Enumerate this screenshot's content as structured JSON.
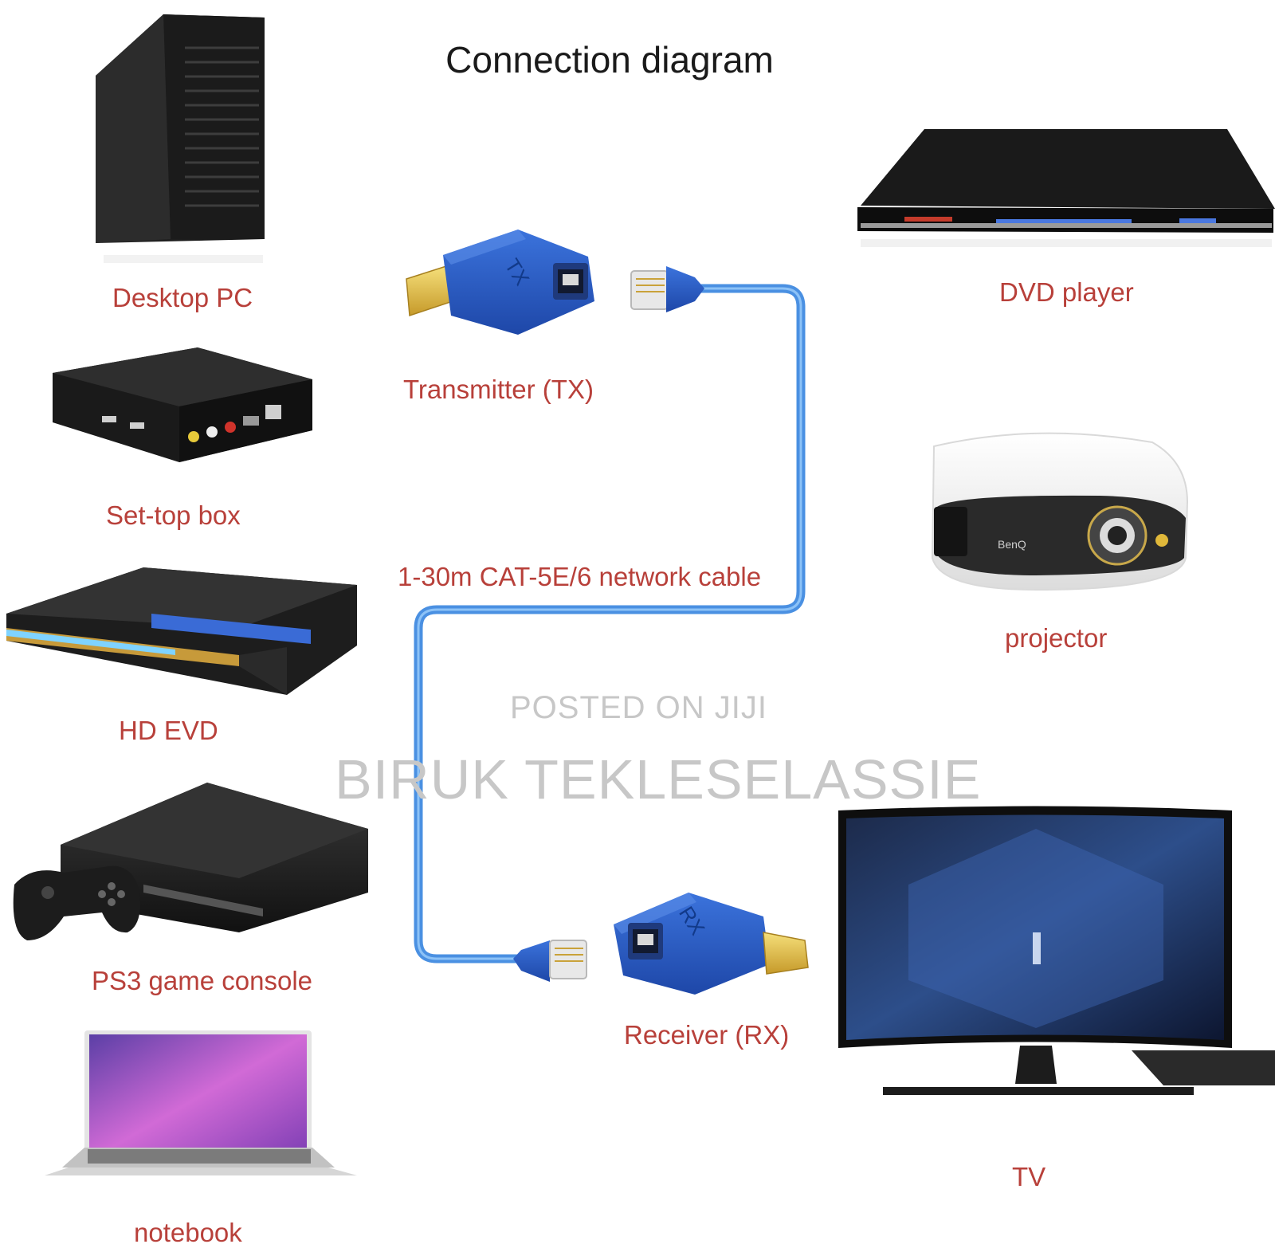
{
  "title": "Connection diagram",
  "devices": {
    "desktop_pc": "Desktop PC",
    "set_top_box": "Set-top box",
    "hd_evd": "HD EVD",
    "ps3": "PS3 game console",
    "notebook": "notebook",
    "dvd_player": "DVD player",
    "projector": "projector",
    "tv": "TV"
  },
  "transmitter": {
    "label": "Transmitter (TX)",
    "badge": "TX"
  },
  "receiver": {
    "label": "Receiver (RX)",
    "badge": "RX"
  },
  "cable_label": "1-30m CAT-5E/6 network cable",
  "projector_brand": "BenQ",
  "watermark": {
    "line1": "POSTED ON JIJI",
    "line2": "BIRUK TEKLESELASSIE"
  },
  "colors": {
    "label_red": "#b8403a",
    "cable_blue": "#4a90e2",
    "adapter_blue": "#2f5fc4",
    "device_black": "#1f1f1f",
    "watermark_gray": "#c7c7c7"
  }
}
